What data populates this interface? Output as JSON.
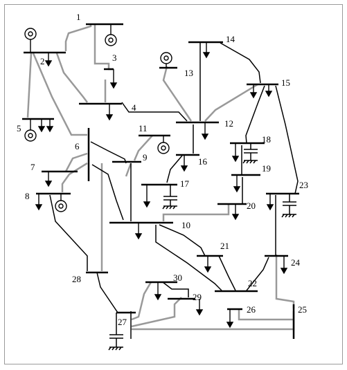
{
  "diagram": {
    "type": "single-line power system diagram",
    "bus_labels": [
      "1",
      "2",
      "3",
      "4",
      "5",
      "6",
      "7",
      "8",
      "9",
      "10",
      "11",
      "12",
      "13",
      "14",
      "15",
      "16",
      "17",
      "18",
      "19",
      "20",
      "21",
      "22",
      "23",
      "24",
      "25",
      "26",
      "27",
      "28",
      "29",
      "30"
    ],
    "line_colors": {
      "black": "#000000",
      "gray": "#999999"
    },
    "icons": [
      "generator-icon",
      "load-arrow-icon",
      "shunt-capacitor-icon",
      "ground-icon"
    ]
  }
}
